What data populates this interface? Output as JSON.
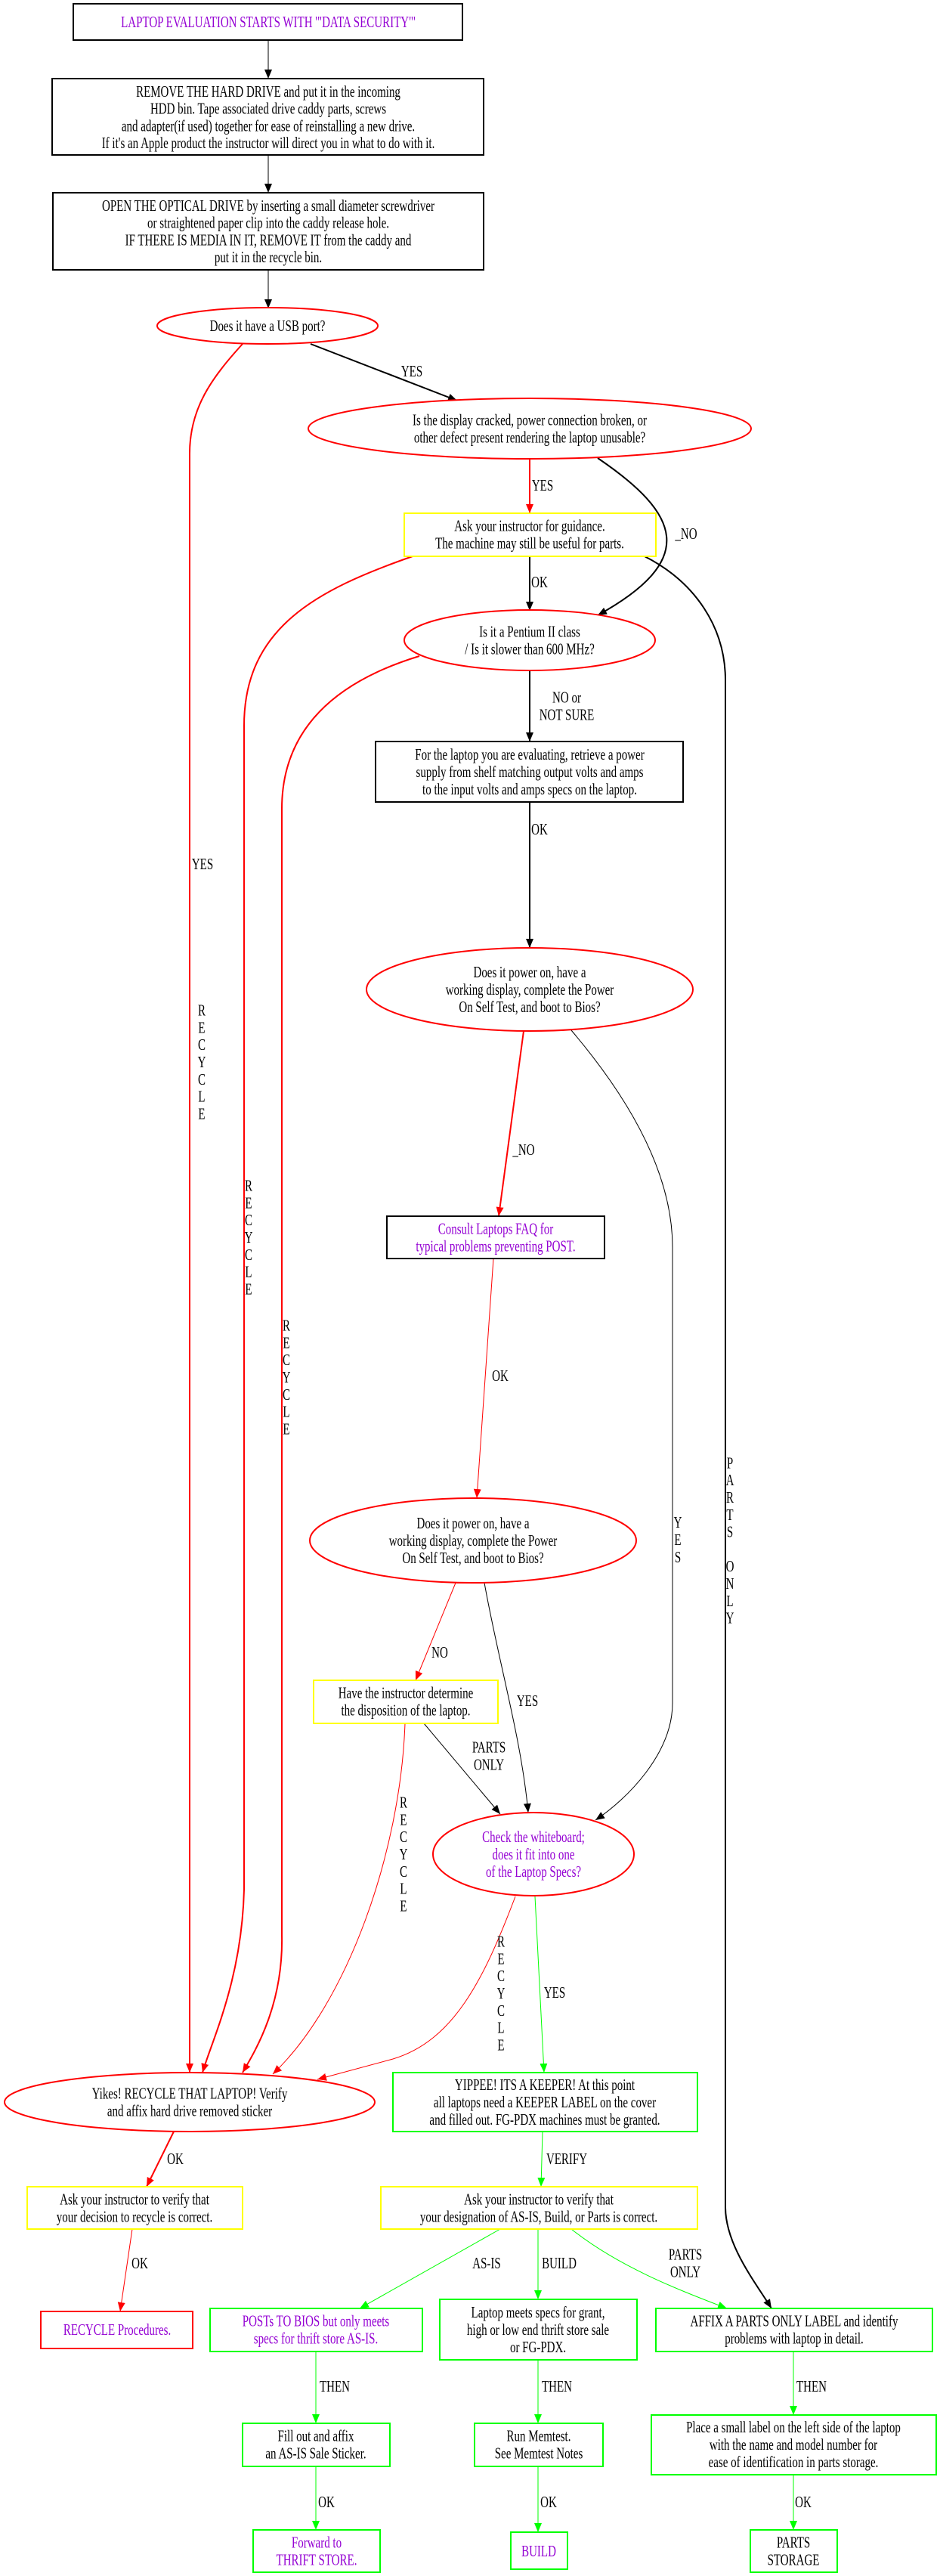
{
  "colors": {
    "decision": "#ff0000",
    "instructor": "#ffff00",
    "keeper": "#00ff00",
    "action": "#000000",
    "highlight_text": "#9400d3"
  },
  "nodes": {
    "start": {
      "lines": [
        "LAPTOP EVALUATION STARTS WITH '\"DATA SECURITY\"'"
      ]
    },
    "hdd": {
      "lines": [
        "REMOVE THE HARD DRIVE and put it in the incoming",
        "HDD bin. Tape associated drive caddy  parts, screws",
        "and adapter(if used) together for ease of reinstalling a new drive.",
        "If it's an Apple product the instructor will direct you in what to do with it."
      ]
    },
    "optical": {
      "lines": [
        "OPEN THE OPTICAL DRIVE by inserting a small diameter screwdriver",
        "or straightened paper clip into the caddy release hole.",
        "IF THERE IS MEDIA IN IT, REMOVE IT from the caddy and",
        "put it in the recycle bin."
      ]
    },
    "usb": {
      "lines": [
        "Does it have a USB port?"
      ]
    },
    "display": {
      "lines": [
        "Is the display cracked, power connection broken, or",
        "other defect present rendering the laptop unusable?"
      ]
    },
    "guidance": {
      "lines": [
        "Ask your instructor for guidance.",
        "The machine may still be useful for parts."
      ]
    },
    "pentium": {
      "lines": [
        "Is it a Pentium II class",
        "/ Is it slower than 600 MHz?"
      ]
    },
    "psupply": {
      "lines": [
        "For the laptop you are evaluating, retrieve a power",
        "supply from shelf matching output volts and amps",
        "to the input volts and amps specs on the laptop."
      ]
    },
    "power1": {
      "lines": [
        "Does it power on, have a",
        "working display, complete the Power",
        "On Self Test, and boot to Bios?"
      ]
    },
    "consult": {
      "lines": [
        "Consult Laptops FAQ for",
        "typical problems preventing POST."
      ]
    },
    "power2": {
      "lines": [
        "Does it power on, have a",
        "working display, complete the Power",
        "On Self Test, and boot to Bios?"
      ]
    },
    "haveinstr": {
      "lines": [
        "Have the instructor determine",
        "the disposition of the laptop."
      ]
    },
    "whiteboard": {
      "lines": [
        "Check the whiteboard;",
        "does it fit into one",
        "of the Laptop Specs?"
      ]
    },
    "yikes": {
      "lines": [
        "Yikes! RECYCLE THAT LAPTOP! Verify",
        "and affix hard drive removed sticker"
      ]
    },
    "yippee": {
      "lines": [
        "YIPPEE! ITS A KEEPER! At this point",
        "all laptops need a KEEPER LABEL on the cover",
        "and filled out. FG-PDX machines must be granted."
      ]
    },
    "askrecycle": {
      "lines": [
        "Ask your instructor to verify that",
        "your decision to recycle is correct."
      ]
    },
    "askdesig": {
      "lines": [
        "Ask your instructor to verify that",
        "your designation of AS-IS, Build, or Parts is correct."
      ]
    },
    "recycleproc": {
      "lines": [
        "RECYCLE Procedures."
      ]
    },
    "posts": {
      "lines": [
        "POSTs TO BIOS but only meets",
        "specs for thrift store AS-IS."
      ]
    },
    "meets": {
      "lines": [
        "Laptop meets specs for grant,",
        "high or low end thrift store sale",
        "or FG-PDX."
      ]
    },
    "affix": {
      "lines": [
        "AFFIX A PARTS ONLY LABEL and identify",
        "problems with laptop in detail."
      ]
    },
    "fillout": {
      "lines": [
        "Fill out and affix",
        "an AS-IS Sale Sticker."
      ]
    },
    "memtest": {
      "lines": [
        "Run Memtest.",
        "See Memtest Notes"
      ]
    },
    "place": {
      "lines": [
        "Place a small label on the left side of the laptop",
        "with the name and model number for",
        "ease of identification in parts storage."
      ]
    },
    "forward": {
      "lines": [
        "Forward to",
        "THRIFT STORE."
      ]
    },
    "build": {
      "lines": [
        "BUILD"
      ]
    },
    "storage": {
      "lines": [
        "PARTS",
        "STORAGE"
      ]
    }
  },
  "edges": {
    "usb_display": [
      "YES"
    ],
    "usb_yikes_a": [
      "YES"
    ],
    "usb_yikes_b": [
      "R",
      "E",
      "C",
      "Y",
      "C",
      "L",
      "E"
    ],
    "display_guidance": [
      "YES"
    ],
    "display_pentium": [
      "_NO"
    ],
    "guidance_pentium": [
      "OK"
    ],
    "guidance_yikes": [
      "R",
      "E",
      "C",
      "Y",
      "C",
      "L",
      "E"
    ],
    "guidance_affix": [
      "P",
      "A",
      "R",
      "T",
      "S",
      "",
      "O",
      "N",
      "L",
      "Y"
    ],
    "pentium_psupply": [
      "NO or",
      "NOT SURE"
    ],
    "pentium_yikes": [
      "R",
      "E",
      "C",
      "Y",
      "C",
      "L",
      "E"
    ],
    "psupply_power1": [
      "OK"
    ],
    "power1_consult": [
      "_NO"
    ],
    "power1_whiteboard": [
      "Y",
      "E",
      "S"
    ],
    "consult_power2": [
      "OK"
    ],
    "power2_haveinstr": [
      "NO"
    ],
    "power2_whiteboard": [
      "YES"
    ],
    "haveinstr_whiteboard": [
      "PARTS",
      "ONLY"
    ],
    "haveinstr_yikes": [
      "R",
      "E",
      "C",
      "Y",
      "C",
      "L",
      "E"
    ],
    "whiteboard_yikes": [
      "R",
      "E",
      "C",
      "Y",
      "C",
      "L",
      "E"
    ],
    "whiteboard_yippee": [
      "YES"
    ],
    "yikes_askrecycle": [
      "OK"
    ],
    "askrecycle_proc": [
      "OK"
    ],
    "yippee_askdesig": [
      "VERIFY"
    ],
    "askdesig_posts": [
      "AS-IS"
    ],
    "askdesig_meets": [
      "BUILD"
    ],
    "askdesig_affix": [
      "PARTS",
      "ONLY"
    ],
    "posts_fillout": [
      "THEN"
    ],
    "meets_memtest": [
      "THEN"
    ],
    "affix_place": [
      "THEN"
    ],
    "fillout_forward": [
      "OK"
    ],
    "memtest_build": [
      "OK"
    ],
    "place_storage": [
      "OK"
    ]
  }
}
